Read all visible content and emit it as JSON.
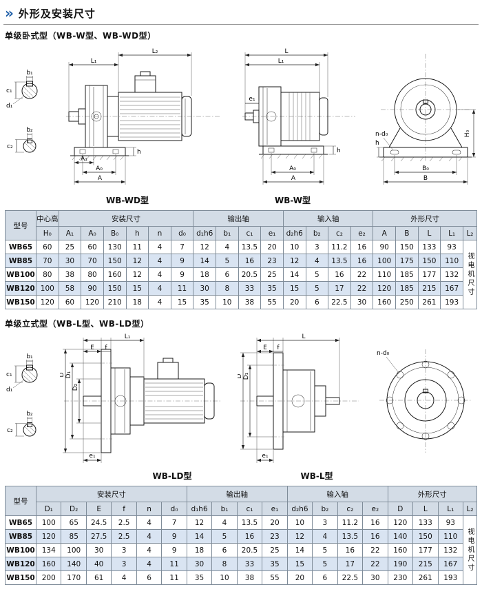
{
  "page": {
    "marker": "»",
    "title": "外形及安装尺寸"
  },
  "section1": {
    "subtitle": "单级卧式型（WB-W型、WB-WD型）",
    "captions": {
      "left": "WB-WD型",
      "right": "WB-W型"
    }
  },
  "section2": {
    "subtitle": "单级立式型（WB-L型、WB-LD型）",
    "captions": {
      "left": "WB-LD型",
      "right": "WB-L型"
    }
  },
  "drawings": {
    "keyway_top": {
      "b": "b₁",
      "c": "c₁",
      "d": "d₁"
    },
    "keyway_bottom": {
      "b": "b₂",
      "c": "c₂"
    },
    "wbwd": {
      "L1": "L₁",
      "L2": "L₂",
      "A1": "A₁",
      "A0": "A₀",
      "A": "A",
      "h": "h"
    },
    "wbw": {
      "L": "L",
      "L1": "L₁",
      "e1": "e₁",
      "A0": "A₀",
      "A": "A",
      "h": "h"
    },
    "end_h": {
      "ndo": "n-d₀",
      "H0": "H₀",
      "h": "h",
      "B0": "B₀",
      "B": "B"
    },
    "wbld": {
      "L1": "L₁",
      "E": "E",
      "f": "f",
      "D": "D",
      "D1": "D₁",
      "D2": "D₂",
      "e1": "e₁"
    },
    "wbl": {
      "L": "L",
      "E": "E",
      "f": "f",
      "D": "D",
      "D1": "D₁",
      "e1": "e₁"
    },
    "end_v": {
      "ndo": "n-d₀"
    }
  },
  "table1": {
    "model_header": "型号",
    "groups": [
      {
        "label": "中心高",
        "cols": [
          "H₀"
        ]
      },
      {
        "label": "安装尺寸",
        "cols": [
          "A₁",
          "A₀",
          "B₀",
          "h",
          "n",
          "d₀"
        ]
      },
      {
        "label": "输出轴",
        "cols": [
          "d₁h6",
          "b₁",
          "c₁",
          "e₁"
        ]
      },
      {
        "label": "输入轴",
        "cols": [
          "d₂h6",
          "b₂",
          "c₂",
          "e₂"
        ]
      },
      {
        "label": "外形尺寸",
        "cols": [
          "A",
          "B",
          "L",
          "L₁",
          "L₂"
        ]
      }
    ],
    "l2_note": "视电机尺寸",
    "rows": [
      {
        "model": "WB65",
        "values": [
          "60",
          "25",
          "60",
          "130",
          "11",
          "4",
          "7",
          "12",
          "4",
          "13.5",
          "20",
          "10",
          "3",
          "11.2",
          "16",
          "90",
          "150",
          "133",
          "93"
        ]
      },
      {
        "model": "WB85",
        "values": [
          "70",
          "30",
          "70",
          "150",
          "12",
          "4",
          "9",
          "14",
          "5",
          "16",
          "23",
          "12",
          "4",
          "13.5",
          "16",
          "100",
          "175",
          "150",
          "110"
        ]
      },
      {
        "model": "WB100",
        "values": [
          "80",
          "38",
          "80",
          "160",
          "12",
          "4",
          "9",
          "18",
          "6",
          "20.5",
          "25",
          "14",
          "5",
          "16",
          "22",
          "110",
          "185",
          "177",
          "132"
        ]
      },
      {
        "model": "WB120",
        "values": [
          "100",
          "58",
          "90",
          "150",
          "15",
          "4",
          "11",
          "30",
          "8",
          "33",
          "35",
          "15",
          "5",
          "17",
          "22",
          "120",
          "185",
          "215",
          "167"
        ]
      },
      {
        "model": "WB150",
        "values": [
          "120",
          "60",
          "120",
          "210",
          "18",
          "4",
          "15",
          "35",
          "10",
          "38",
          "55",
          "20",
          "6",
          "22.5",
          "30",
          "160",
          "250",
          "261",
          "193"
        ]
      }
    ]
  },
  "table2": {
    "model_header": "型号",
    "groups": [
      {
        "label": "安装尺寸",
        "cols": [
          "D₁",
          "D₂",
          "E",
          "f",
          "n",
          "d₀"
        ]
      },
      {
        "label": "输出轴",
        "cols": [
          "d₁h6",
          "b₁",
          "c₁",
          "e₁"
        ]
      },
      {
        "label": "输入轴",
        "cols": [
          "d₂h6",
          "b₂",
          "c₂",
          "e₂"
        ]
      },
      {
        "label": "外形尺寸",
        "cols": [
          "D",
          "L",
          "L₁",
          "L₂"
        ]
      }
    ],
    "l2_note": "视电机尺寸",
    "rows": [
      {
        "model": "WB65",
        "values": [
          "100",
          "65",
          "24.5",
          "2.5",
          "4",
          "7",
          "12",
          "4",
          "13.5",
          "20",
          "10",
          "3",
          "11.2",
          "16",
          "120",
          "133",
          "93"
        ]
      },
      {
        "model": "WB85",
        "values": [
          "120",
          "85",
          "27.5",
          "2.5",
          "4",
          "9",
          "14",
          "5",
          "16",
          "23",
          "12",
          "4",
          "13.5",
          "16",
          "140",
          "150",
          "110"
        ]
      },
      {
        "model": "WB100",
        "values": [
          "134",
          "100",
          "30",
          "3",
          "4",
          "9",
          "18",
          "6",
          "20.5",
          "25",
          "14",
          "5",
          "16",
          "22",
          "160",
          "177",
          "132"
        ]
      },
      {
        "model": "WB120",
        "values": [
          "160",
          "140",
          "40",
          "3",
          "4",
          "11",
          "30",
          "8",
          "33",
          "35",
          "15",
          "5",
          "17",
          "22",
          "190",
          "215",
          "167"
        ]
      },
      {
        "model": "WB150",
        "values": [
          "200",
          "170",
          "61",
          "4",
          "6",
          "11",
          "35",
          "10",
          "38",
          "55",
          "20",
          "6",
          "22.5",
          "30",
          "230",
          "261",
          "193"
        ]
      }
    ]
  }
}
